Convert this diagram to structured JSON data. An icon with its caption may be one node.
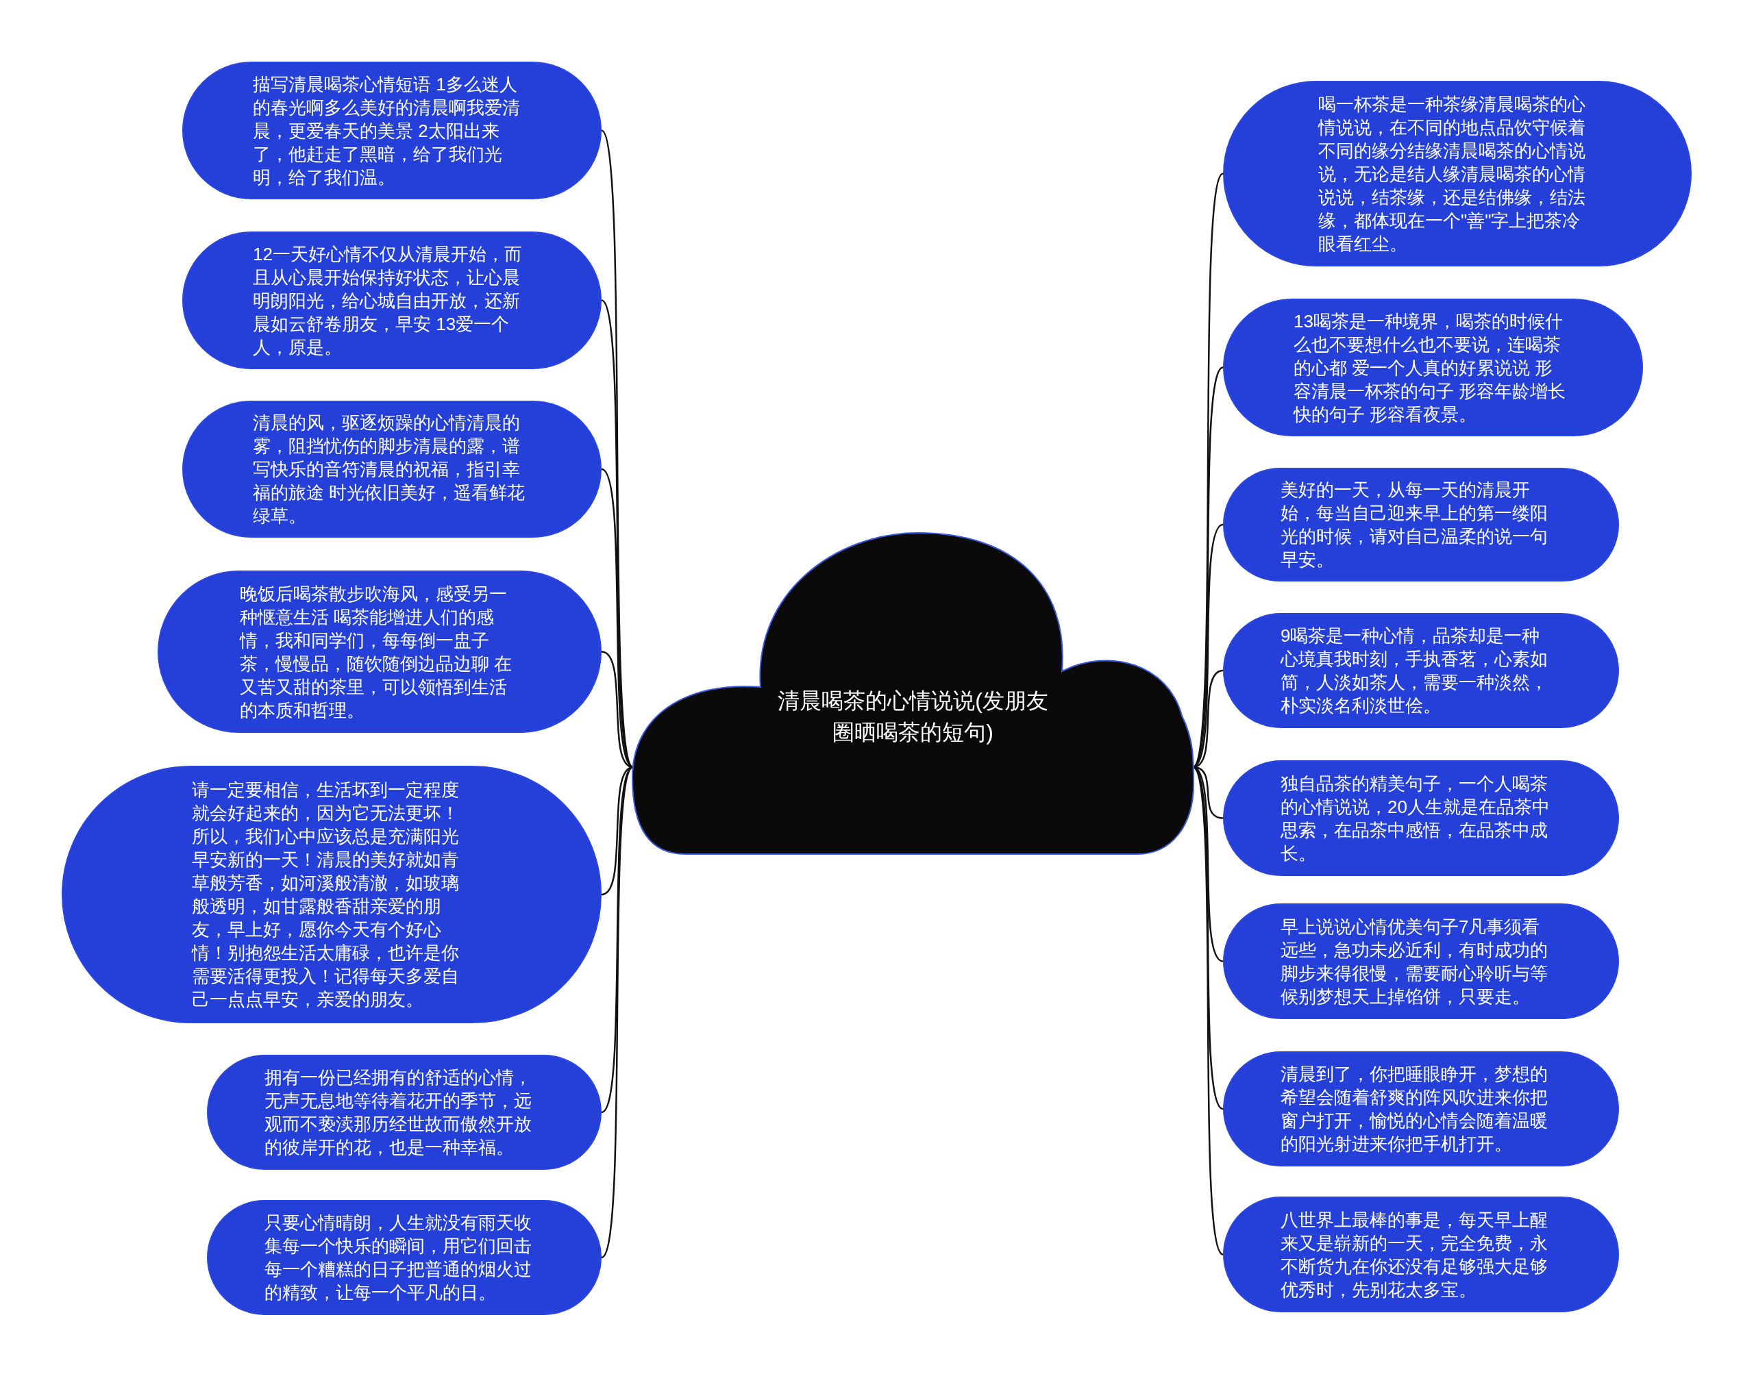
{
  "diagram": {
    "nodes": [
      {
        "text": [
          "清晨喝茶的心情说说(发朋友圈晒喝茶的短句)"
        ]
      },
      {
        "text": [
          "描写清晨喝茶心情短语 1多么迷人的春光啊多么美好的清晨啊我爱清晨，更爱春天的美景 2太阳出来了，他赶走了黑暗，给了我们光明，给了我们温。"
        ]
      },
      {
        "text": [
          "12一天好心情不仅从清晨开始，而且从心晨开始保持好状态，让心晨明朗阳光，给心城自由开放，还新晨如云舒卷朋友，早安 13爱一个人，原是。"
        ]
      },
      {
        "text": [
          "清晨的风，驱逐烦躁的心情清晨的雾，阻挡忧伤的脚步清晨的露，谱写快乐的音符清晨的祝福，指引幸福的旅途 时光依旧美好，遥看鲜花绿草。"
        ]
      },
      {
        "text": [
          "晚饭后喝茶散步吹海风，感受另一种惬意生活 喝茶能增进人们的感情，我和同学们，每每倒一盅子茶，慢慢品，随饮随倒边品边聊 在又苦又甜的茶里，可以领悟到生活的本质和哲理。"
        ]
      },
      {
        "text": [
          "请一定要相信，生活坏到一定程度就会好起来的，因为它无法更坏！所以，我们心中应该总是充满阳光早安新的一天！清晨的美好就如青草般芳香，如河溪般清澈，如玻璃般透明，如甘露般香甜亲爱的朋友，早上好，愿你今天有个好心情！别抱怨生活太庸碌，也许是你需要活得更投入！记得每天多爱自己一点点早安，亲爱的朋友。"
        ]
      },
      {
        "text": [
          "拥有一份已经拥有的舒适的心情，无声无息地等待着花开的季节，远观而不亵渎那历经世故而傲然开放的彼岸开的花，也是一种幸福。"
        ]
      },
      {
        "text": [
          "只要心情晴朗，人生就没有雨天收集每一个快乐的瞬间，用它们回击每一个糟糕的日子把普通的烟火过的精致，让每一个平凡的日。"
        ]
      },
      {
        "text": [
          "喝一杯茶是一种茶缘清晨喝茶的心情说说，在不同的地点品饮守候着不同的缘分结缘清晨喝茶的心情说说，无论是结人缘清晨喝茶的心情说说，结茶缘，还是结佛缘，结法缘，都体现在一个\"善\"字上把茶冷眼看红尘。"
        ]
      },
      {
        "text": [
          "13喝茶是一种境界，喝茶的时候什么也不要想什么也不要说，连喝茶的心都 爱一个人真的好累说说 形容清晨一杯茶的句子 形容年龄增长快的句子 形容看夜景。"
        ]
      },
      {
        "text": [
          "美好的一天，从每一天的清晨开始，每当自己迎来早上的第一缕阳光的时候，请对自己温柔的说一句早安。"
        ]
      },
      {
        "text": [
          "9喝茶是一种心情，品茶却是一种心境真我时刻，手执香茗，心素如简，人淡如茶人，需要一种淡然，朴实淡名利淡世侩。"
        ]
      },
      {
        "text": [
          "独自品茶的精美句子，一个人喝茶的心情说说，20人生就是在品茶中思索，在品茶中感悟，在品茶中成长。"
        ]
      },
      {
        "text": [
          "早上说说心情优美句子7凡事须看远些，急功未必近利，有时成功的脚步来得很慢，需要耐心聆听与等候别梦想天上掉馅饼，只要走。"
        ]
      },
      {
        "text": [
          "清晨到了，你把睡眼睁开，梦想的希望会随着舒爽的阵风吹进来你把窗户打开，愉悦的心情会随着温暖的阳光射进来你把手机打开。"
        ]
      },
      {
        "text": [
          "八世界上最棒的事是，每天早上醒来又是崭新的一天，完全免费，永不断货九在你还没有足够强大足够优秀时，先别花太多宝。"
        ]
      }
    ],
    "edges": [
      {
        "from": 0,
        "to": 1,
        "arrow": "none"
      },
      {
        "from": 0,
        "to": 2,
        "arrow": "none"
      },
      {
        "from": 0,
        "to": 3,
        "arrow": "none"
      },
      {
        "from": 0,
        "to": 4,
        "arrow": "none"
      },
      {
        "from": 0,
        "to": 5,
        "arrow": "none"
      },
      {
        "from": 0,
        "to": 6,
        "arrow": "none"
      },
      {
        "from": 0,
        "to": 7,
        "arrow": "none"
      },
      {
        "from": 0,
        "to": 8,
        "arrow": "none"
      },
      {
        "from": 0,
        "to": 9,
        "arrow": "none"
      },
      {
        "from": 0,
        "to": 10,
        "arrow": "none"
      },
      {
        "from": 0,
        "to": 11,
        "arrow": "none"
      },
      {
        "from": 0,
        "to": 12,
        "arrow": "none"
      },
      {
        "from": 0,
        "to": 13,
        "arrow": "none"
      },
      {
        "from": 0,
        "to": 14,
        "arrow": "none"
      },
      {
        "from": 0,
        "to": 15,
        "arrow": "none"
      }
    ]
  }
}
